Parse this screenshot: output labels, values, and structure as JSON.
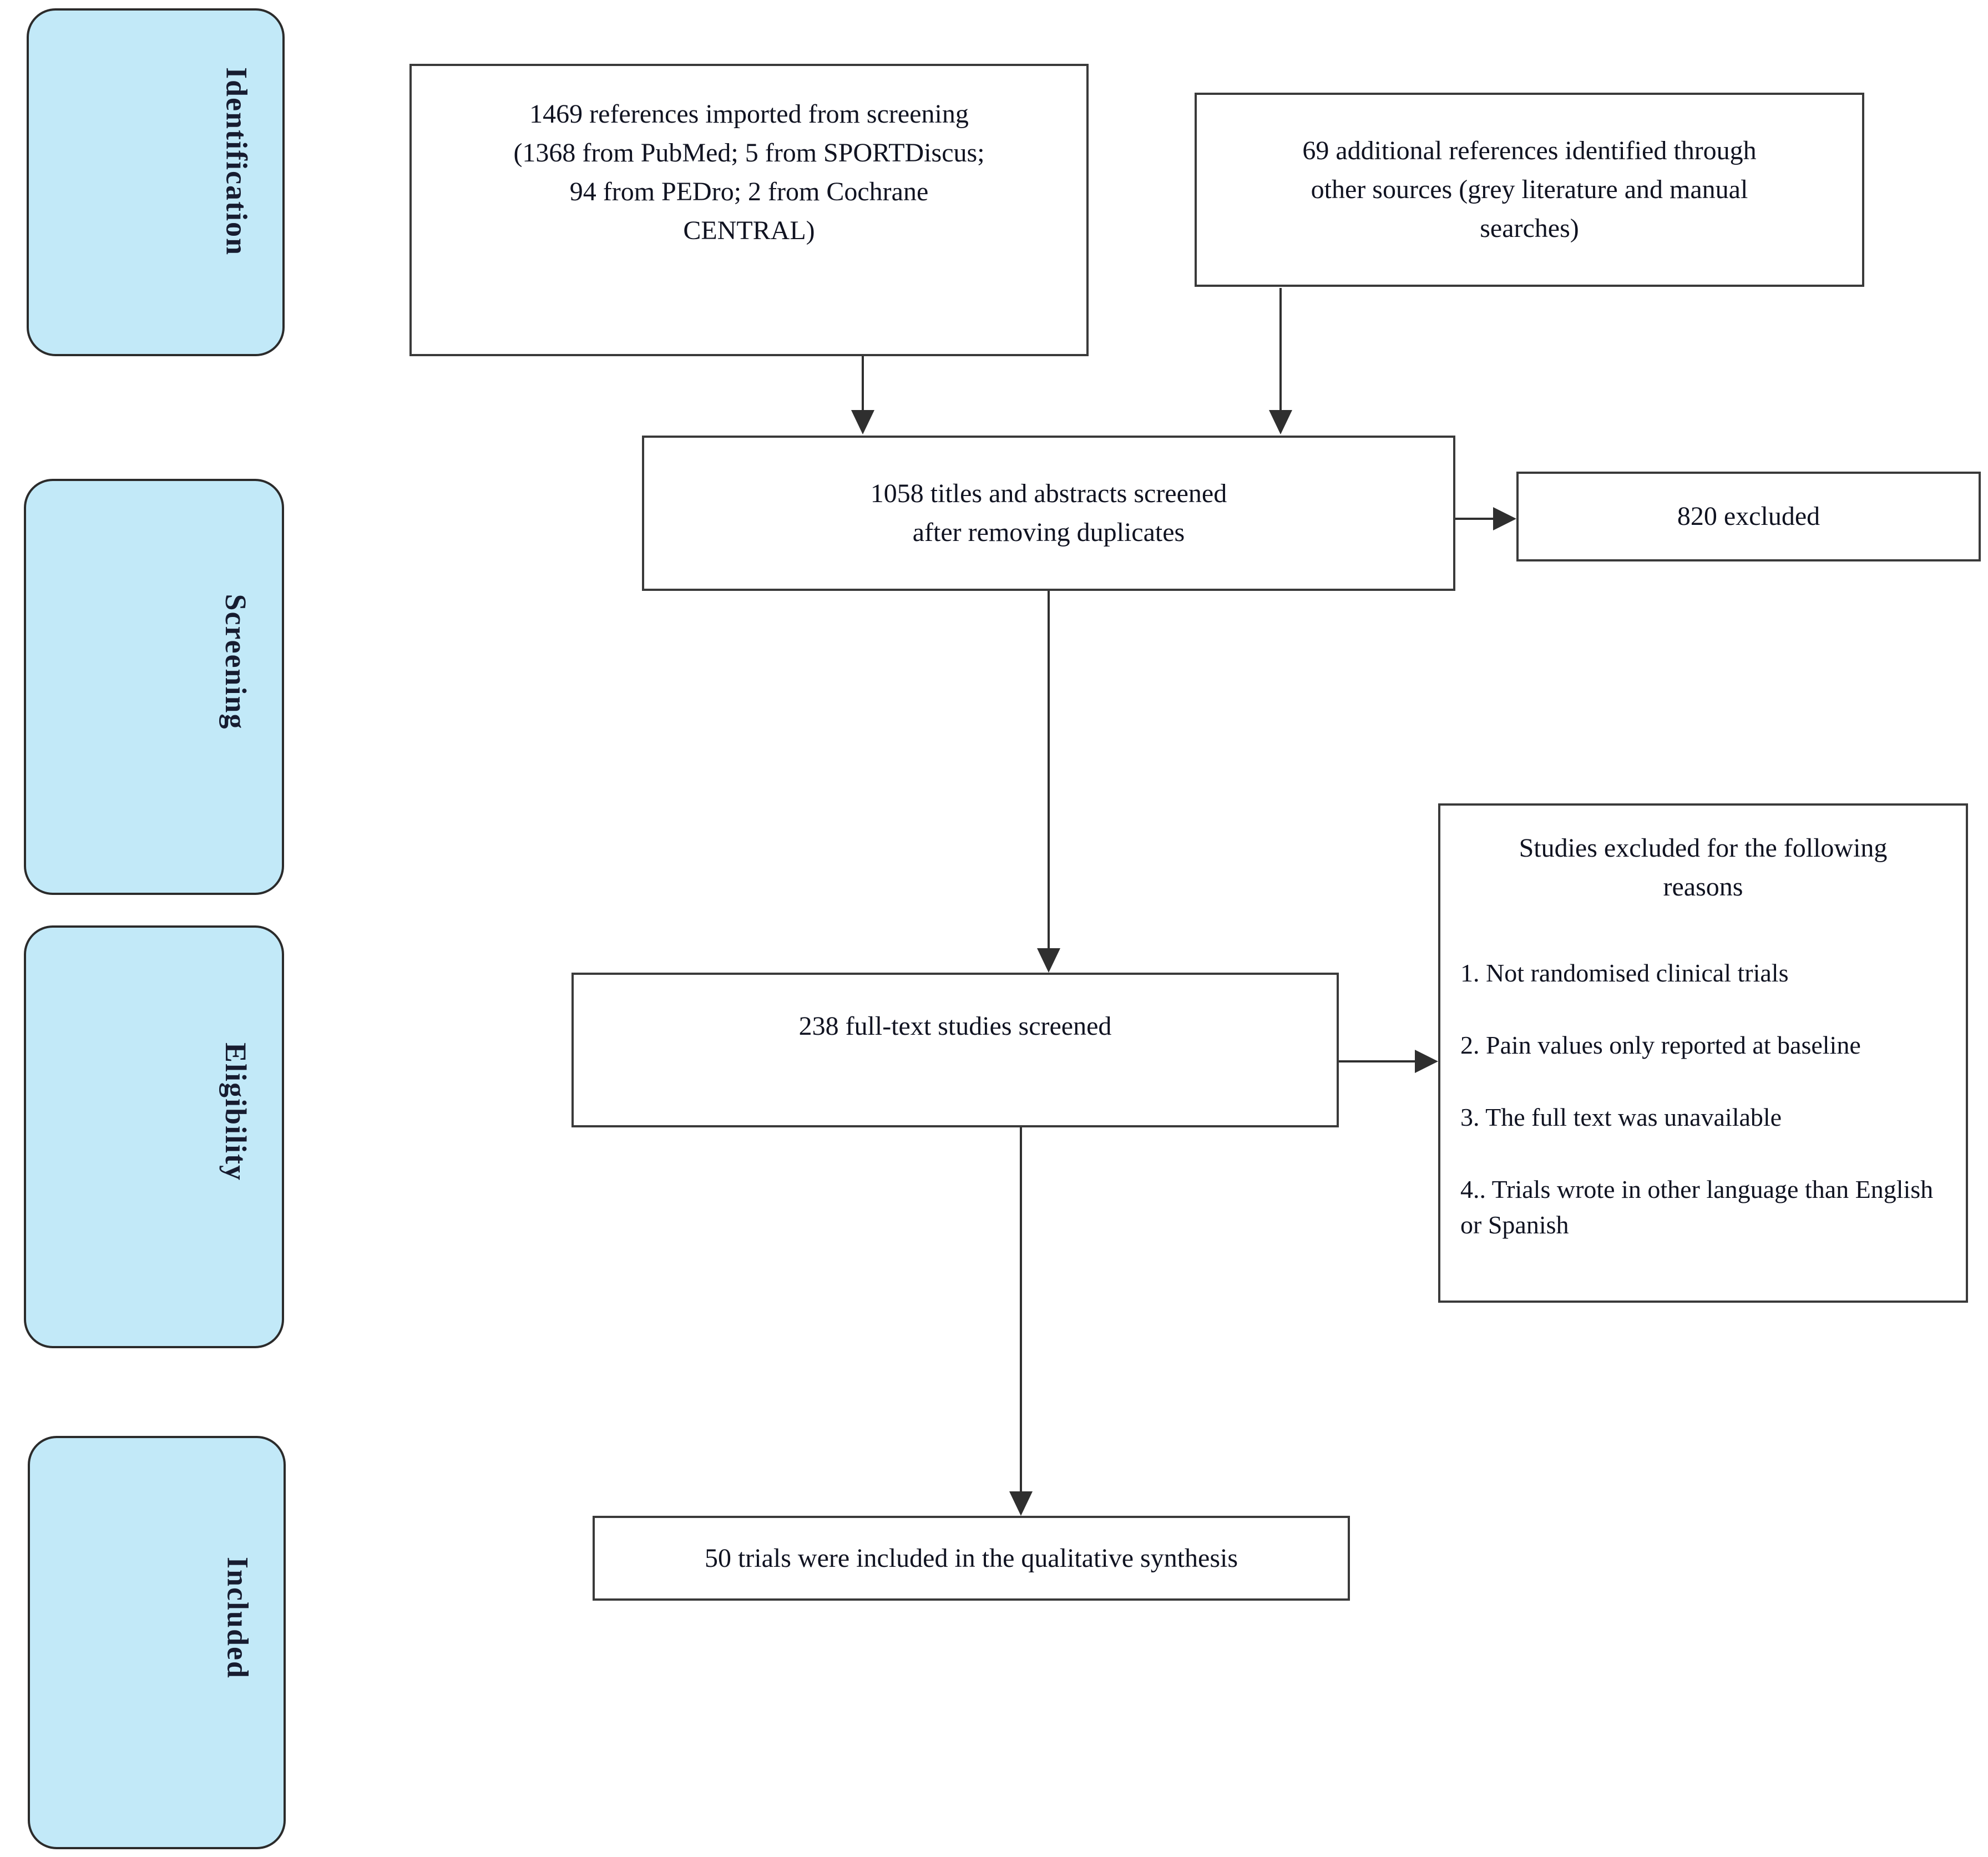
{
  "figure": {
    "type": "prisma-flow-diagram",
    "colors": {
      "background": "#ffffff",
      "stage_fill": "#c2e9f8",
      "stage_border": "#2b2b2b",
      "node_border": "#3a3a3a",
      "connector": "#2f2f2f",
      "text": "#101321",
      "stage_text": "#171c30"
    },
    "stages": [
      {
        "label": "Identification"
      },
      {
        "label": "Screening"
      },
      {
        "label": "Eligibility"
      },
      {
        "label": "Included"
      }
    ],
    "nodes": {
      "imported": {
        "lines": [
          "1469 references imported from screening",
          "(1368 from PubMed; 5 from SPORTDiscus;",
          "94 from PEDro; 2 from Cochrane",
          "CENTRAL)"
        ]
      },
      "additional": {
        "lines": [
          "69 additional references identified through",
          "other sources (grey literature and manual",
          "searches)"
        ]
      },
      "screened": {
        "lines": [
          "1058 titles and abstracts screened",
          "after removing duplicates"
        ]
      },
      "excluded": {
        "label": "820 excluded"
      },
      "fulltext": {
        "label": "238 full-text studies screened"
      },
      "reasons": {
        "heading_lines": [
          "Studies excluded for the following",
          "reasons"
        ],
        "items": [
          "1. Not randomised clinical trials",
          "2. Pain values only reported at baseline",
          "3. The full text was unavailable",
          "4.. Trials wrote in other language than English or Spanish"
        ]
      },
      "included": {
        "label": "50 trials were included in the qualitative synthesis"
      }
    }
  }
}
